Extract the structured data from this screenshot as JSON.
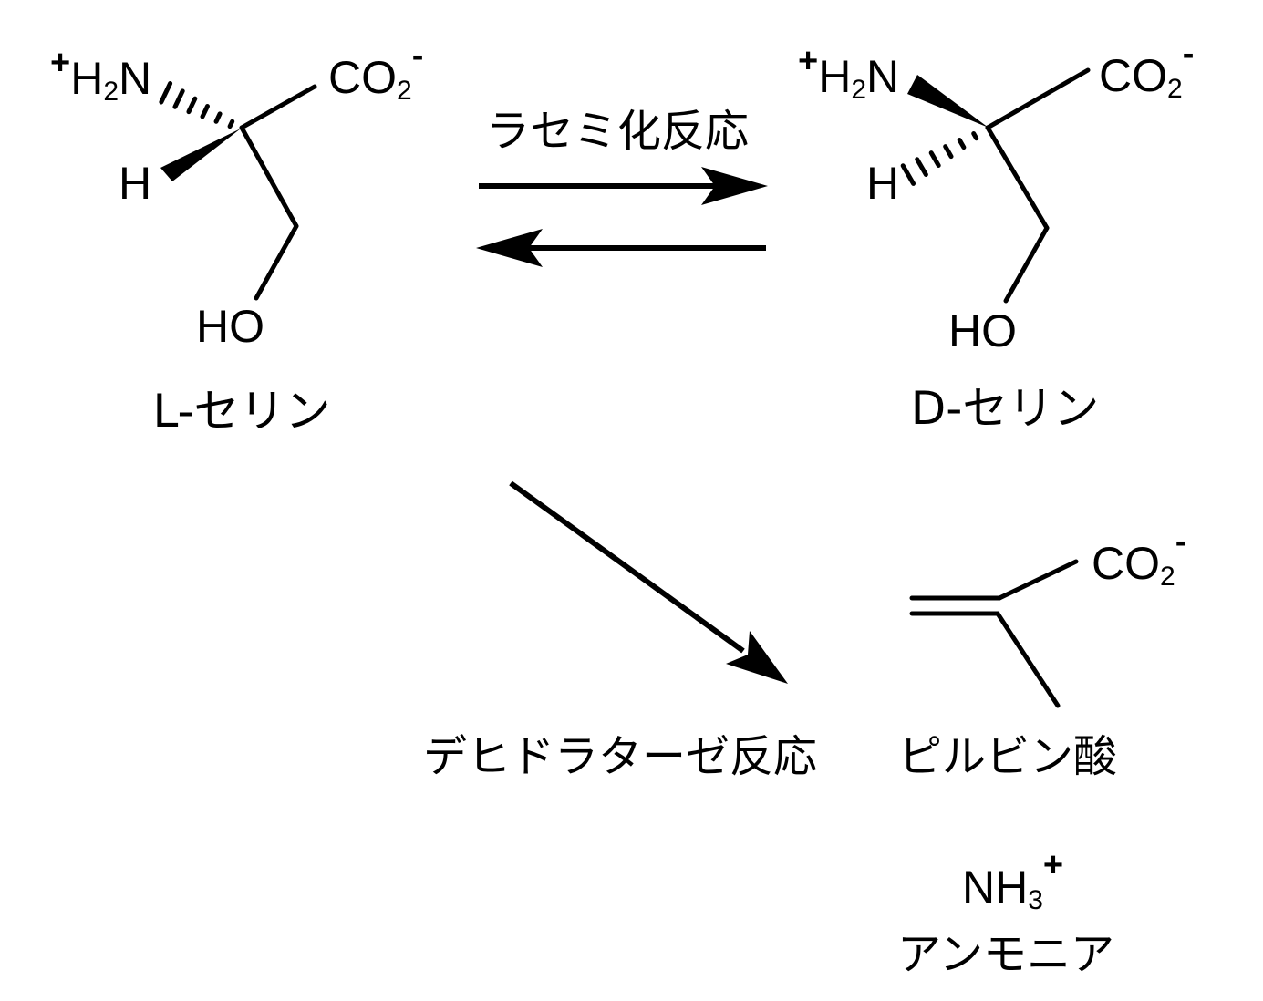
{
  "colors": {
    "ink": "#000000",
    "background": "#ffffff"
  },
  "l_serine": {
    "amine": {
      "charge": "+",
      "pre": "H",
      "sub": "2",
      "post": "N"
    },
    "carboxylate": {
      "pre": "CO",
      "sub": "2",
      "charge": "-"
    },
    "hydrogen": "H",
    "hydroxyl": "HO",
    "name": "L-セリン"
  },
  "d_serine": {
    "amine": {
      "charge": "+",
      "pre": "H",
      "sub": "2",
      "post": "N"
    },
    "carboxylate": {
      "pre": "CO",
      "sub": "2",
      "charge": "-"
    },
    "hydrogen": "H",
    "hydroxyl": "HO",
    "name": "D-セリン"
  },
  "racemization": {
    "label": "ラセミ化反応"
  },
  "dehydratase": {
    "label": "デヒドラターゼ反応"
  },
  "pyruvate": {
    "carboxylate": {
      "pre": "CO",
      "sub": "2",
      "charge": "-"
    },
    "name": "ピルビン酸"
  },
  "ammonia": {
    "formula": {
      "pre": "NH",
      "sub": "3",
      "charge": "+"
    },
    "name": "アンモニア"
  }
}
